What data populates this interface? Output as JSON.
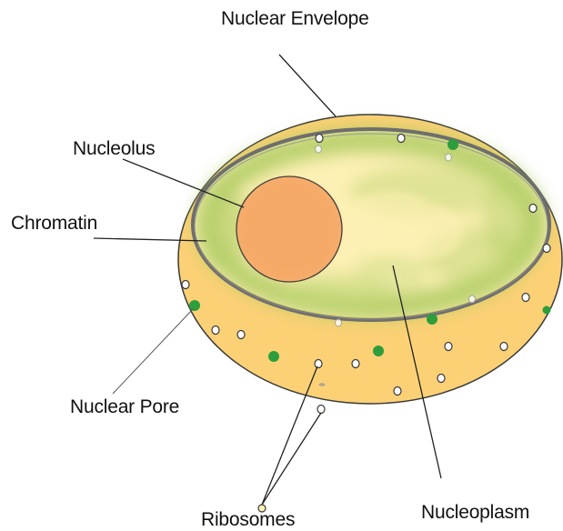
{
  "labels": {
    "nuclear_envelope": "Nuclear Envelope",
    "nucleolus": "Nucleolus",
    "chromatin": "Chromatin",
    "nuclear_pore": "Nuclear Pore",
    "ribosomes": "Ribosomes",
    "nucleoplasm": "Nucleoplasm"
  },
  "colors": {
    "envelope_fill": "#fcd176",
    "envelope_outline": "#3a3a3a",
    "inner_membrane": "#6e6e6e",
    "nucleoplasm": "#fdf0b4",
    "chromatin": "#a6c85a",
    "nucleolus": "#f6ad6c",
    "nuclear_pore": "#2e9d3c",
    "ribosome": "#ffffff",
    "leader_line": "#222222"
  }
}
